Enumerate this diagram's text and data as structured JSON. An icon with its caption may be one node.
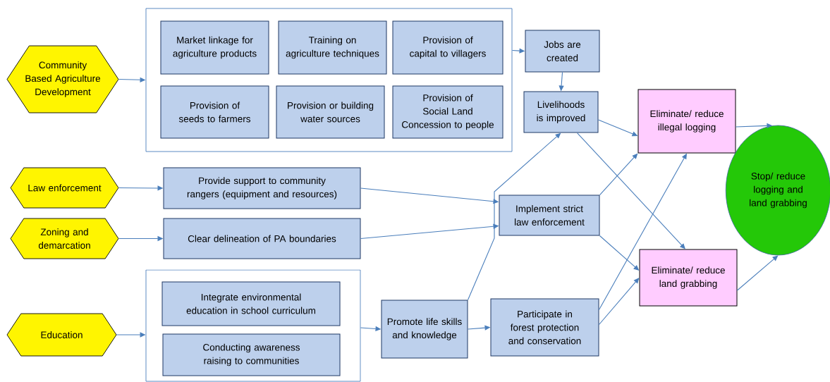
{
  "diagram": {
    "nodes": [
      {
        "text": [
          "Community Based Agriculture Development"
        ]
      },
      {
        "text": [],
        "shape": "box"
      },
      {
        "text": [
          "Market linkage for agriculture products"
        ],
        "in": 1
      },
      {
        "text": [
          "Training on agriculture techniques"
        ],
        "in": 1
      },
      {
        "text": [
          "Provision of capital to villagers"
        ],
        "in": 1
      },
      {
        "text": [
          "Provision of seeds to farmers"
        ],
        "in": 1
      },
      {
        "text": [
          "Provision or building water sources"
        ],
        "in": 1
      },
      {
        "text": [
          "Provision of Social Land Concession to people"
        ],
        "in": 1
      },
      {
        "text": [
          "Jobs are created"
        ]
      },
      {
        "text": [
          "Livelihoods is improved"
        ]
      },
      {
        "text": [
          "Eliminate/ reduce illegal logging"
        ]
      },
      {
        "text": [
          "Stop/ reduce logging and land grabbing"
        ]
      },
      {
        "text": [
          "Law enforcement"
        ]
      },
      {
        "text": [
          "Provide support to community rangers (equipment and resources)"
        ]
      },
      {
        "text": [
          "Implement strict law enforcement"
        ]
      },
      {
        "text": [
          "Zoning and demarcation"
        ]
      },
      {
        "text": [
          "Clear delineation of PA boundaries"
        ]
      },
      {
        "text": [
          "Eliminate/ reduce land grabbing"
        ]
      },
      {
        "text": [],
        "shape": "box"
      },
      {
        "text": [
          "Integrate environmental education in school curriculum"
        ],
        "in": 18
      },
      {
        "text": [
          "Conducting awareness raising to communities"
        ],
        "in": 18
      },
      {
        "text": [
          "Education"
        ]
      },
      {
        "text": [
          "Promote life skills and knowledge"
        ]
      },
      {
        "text": [
          "Participate in forest protection and conservation"
        ]
      }
    ],
    "edges": [
      {
        "from": 0,
        "to": 1,
        "arrow": "to"
      },
      {
        "from": 1,
        "to": 8,
        "arrow": "to"
      },
      {
        "from": 8,
        "to": 9,
        "arrow": "to"
      },
      {
        "from": 9,
        "to": 10,
        "arrow": "to"
      },
      {
        "from": 9,
        "to": 17,
        "arrow": "to"
      },
      {
        "from": 10,
        "to": 11,
        "arrow": "to"
      },
      {
        "from": 17,
        "to": 11,
        "arrow": "to"
      },
      {
        "from": 12,
        "to": 13,
        "arrow": "to"
      },
      {
        "from": 13,
        "to": 14,
        "arrow": "to"
      },
      {
        "from": 15,
        "to": 16,
        "arrow": "to"
      },
      {
        "from": 16,
        "to": 14,
        "arrow": "to"
      },
      {
        "from": 14,
        "to": 10,
        "arrow": "to"
      },
      {
        "from": 14,
        "to": 17,
        "arrow": "to"
      },
      {
        "from": 21,
        "to": 18,
        "arrow": "to"
      },
      {
        "from": 18,
        "to": 22,
        "arrow": "to"
      },
      {
        "from": 22,
        "to": 23,
        "arrow": "to"
      },
      {
        "from": 22,
        "to": 9,
        "arrow": "to"
      },
      {
        "from": 23,
        "to": 10,
        "arrow": "to"
      },
      {
        "from": 23,
        "to": 17,
        "arrow": "to"
      }
    ]
  }
}
